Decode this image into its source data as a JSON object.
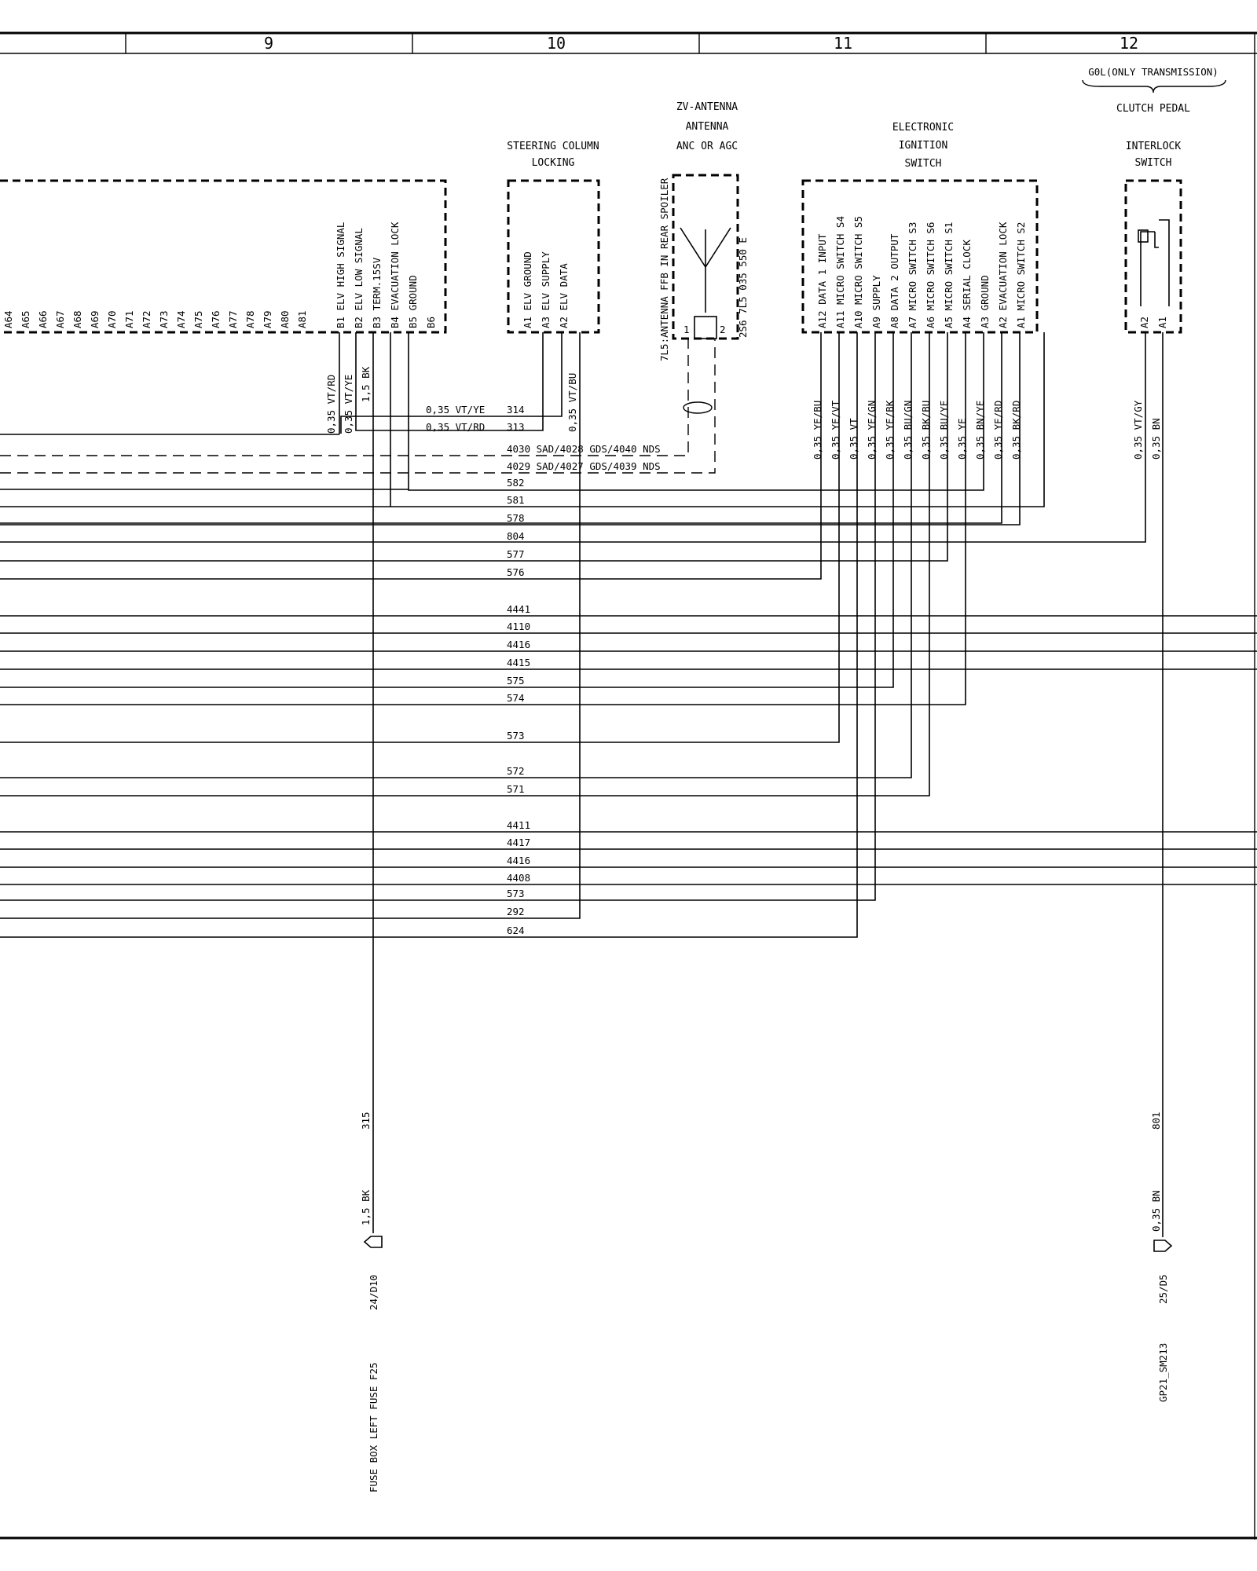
{
  "zones": [
    "9",
    "10",
    "11",
    "12"
  ],
  "header_note": "G0L(ONLY TRANSMISSION)",
  "components": {
    "steering": {
      "title": [
        "STEERING COLUMN",
        "LOCKING"
      ],
      "pins": [
        "A1 ELV GROUND",
        "A3 ELV SUPPLY",
        "A2 ELV DATA"
      ]
    },
    "antenna": {
      "title": [
        "ZV-ANTENNA",
        "ANTENNA",
        "ANC OR AGC"
      ],
      "side_label": "7L5:ANTENNA FFB IN REAR SPOILER",
      "part": "2S6 7L5 035 550 E",
      "pin1": "1",
      "pin2": "2"
    },
    "ignition": {
      "title": [
        "ELECTRONIC",
        "IGNITION",
        "SWITCH"
      ],
      "pins": [
        "A12 DATA 1 INPUT",
        "A11 MICRO SWITCH S4",
        "A10 MICRO SWITCH S5",
        "A9 SUPPLY",
        "A8 DATA 2 OUTPUT",
        "A7 MICRO SWITCH S3",
        "A6 MICRO SWITCH S6",
        "A5 MICRO SWITCH S1",
        "A4 SERIAL CLOCK",
        "A3 GROUND",
        "A2 EVACUATION LOCK",
        "A1 MICRO SWITCH S2"
      ]
    },
    "interlock": {
      "top": "CLUTCH PEDAL",
      "title": [
        "INTERLOCK",
        "SWITCH"
      ],
      "pins": [
        "A2",
        "A1"
      ]
    },
    "control_unit": {
      "a_pins": [
        "A64",
        "A65",
        "A66",
        "A67",
        "A68",
        "A69",
        "A70",
        "A71",
        "A72",
        "A73",
        "A74",
        "A75",
        "A76",
        "A77",
        "A78",
        "A79",
        "A80",
        "A81"
      ],
      "b_pins": [
        "B1 ELV HIGH SIGNAL",
        "B2 ELV LOW SIGNAL",
        "B3 TERM.15SV",
        "B4 EVACUATION LOCK",
        "B5 GROUND",
        "B6"
      ]
    }
  },
  "wire_labels": {
    "cu": [
      "0,35 VT/RD",
      "0,35 VT/YE",
      "1,5 BK"
    ],
    "steer": "0,35 VT/BU",
    "ign": [
      "0,35 YE/BU",
      "0,35 YE/VT",
      "0,35 VT",
      "0,35 YE/GN",
      "0,35 YE/BK",
      "0,35 BU/GN",
      "0,35 BK/BU",
      "0,35 BU/YE",
      "0,35 YE",
      "0,35 BN/YE",
      "0,35 YE/RD",
      "0,35 BK/RD"
    ],
    "interlock": [
      "0,35 VT/GY",
      "0,35 BN"
    ],
    "vt_ye": "0,35 VT/YE",
    "vt_rd": "0,35 VT/RD",
    "n314": "314",
    "n313": "313",
    "ant1": "4030 SAD/4028 GDS/4040 NDS",
    "ant2": "4029 SAD/4027 GDS/4039 NDS"
  },
  "wire_numbers": [
    "582",
    "581",
    "578",
    "804",
    "577",
    "576",
    "4441",
    "4110",
    "4416",
    "4415",
    "575",
    "574",
    "573",
    "572",
    "571",
    "4411",
    "4417",
    "4416",
    "4408",
    "573",
    "292",
    "624"
  ],
  "fuse_conn": {
    "wire_no": "315",
    "size": "1,5 BK",
    "ref": "24/D10",
    "desc": "FUSE BOX  LEFT  FUSE F25"
  },
  "gp_conn": {
    "wire_no": "801",
    "size": "0,35 BN",
    "ref": "25/D5",
    "desc": "GP21_SM213"
  }
}
